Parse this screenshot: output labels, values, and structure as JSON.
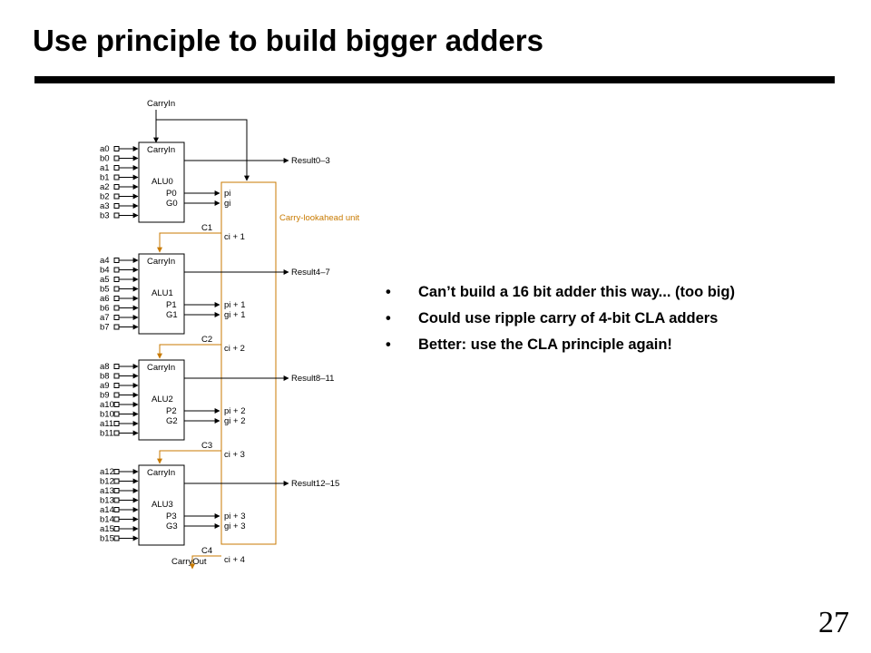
{
  "title": "Use principle to build bigger adders",
  "page_number": "27",
  "bullets": [
    "Can’t build a 16 bit adder this way... (too big)",
    "Could use ripple carry of 4-bit CLA adders",
    "Better:  use the CLA principle again!"
  ],
  "diagram": {
    "carry_in": "CarryIn",
    "carry_out": "CarryOut",
    "cla_label": "Carry-lookahead unit",
    "alus": [
      {
        "name": "ALU0",
        "carry_in": "CarryIn",
        "p": "P0",
        "g": "G0",
        "inputs": [
          "a0",
          "b0",
          "a1",
          "b1",
          "a2",
          "b2",
          "a3",
          "b3"
        ],
        "pi": "pi",
        "gi": "gi",
        "result": "Result0–3",
        "carry": "C1",
        "ci": "ci + 1"
      },
      {
        "name": "ALU1",
        "carry_in": "CarryIn",
        "p": "P1",
        "g": "G1",
        "inputs": [
          "a4",
          "b4",
          "a5",
          "b5",
          "a6",
          "b6",
          "a7",
          "b7"
        ],
        "pi": "pi + 1",
        "gi": "gi + 1",
        "result": "Result4–7",
        "carry": "C2",
        "ci": "ci + 2"
      },
      {
        "name": "ALU2",
        "carry_in": "CarryIn",
        "p": "P2",
        "g": "G2",
        "inputs": [
          "a8",
          "b8",
          "a9",
          "b9",
          "a10",
          "b10",
          "a11",
          "b11"
        ],
        "pi": "pi + 2",
        "gi": "gi + 2",
        "result": "Result8–11",
        "carry": "C3",
        "ci": "ci + 3"
      },
      {
        "name": "ALU3",
        "carry_in": "CarryIn",
        "p": "P3",
        "g": "G3",
        "inputs": [
          "a12",
          "b12",
          "a13",
          "b13",
          "a14",
          "b14",
          "a15",
          "b15"
        ],
        "pi": "pi + 3",
        "gi": "gi + 3",
        "result": "Result12–15",
        "carry": "C4",
        "ci": "ci + 4"
      }
    ]
  },
  "colors": {
    "orange": "#c87a00",
    "line": "#000000"
  }
}
